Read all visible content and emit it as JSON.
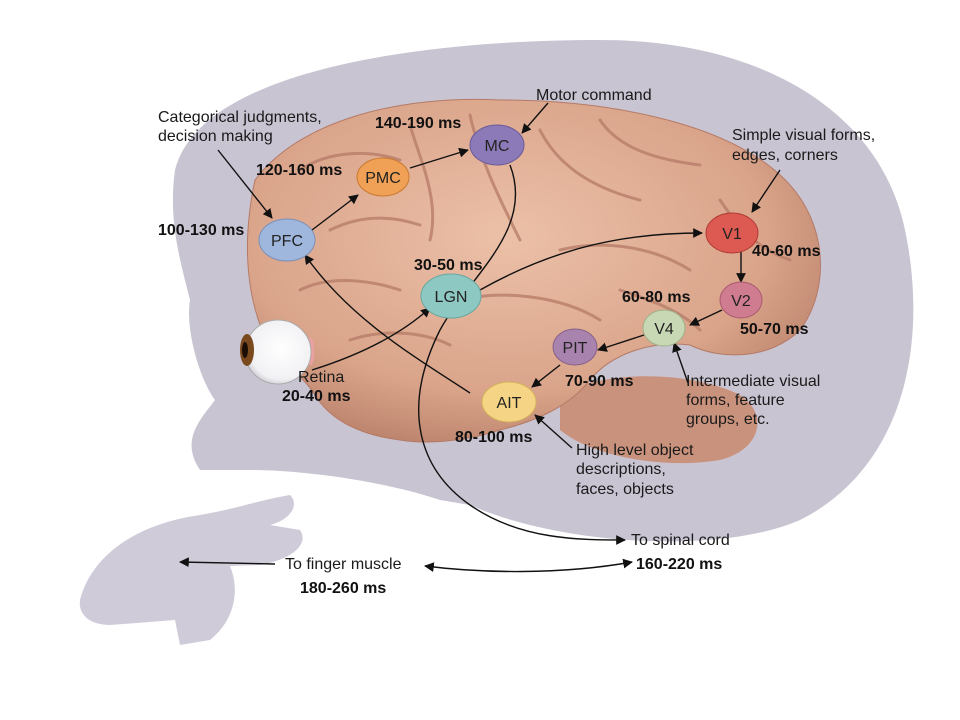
{
  "nodes": {
    "pfc": {
      "label": "PFC",
      "color": "#9fb6dd"
    },
    "pmc": {
      "label": "PMC",
      "color": "#f0a156"
    },
    "mc": {
      "label": "MC",
      "color": "#8c7ab8"
    },
    "lgn": {
      "label": "LGN",
      "color": "#8ec8c2"
    },
    "v1": {
      "label": "V1",
      "color": "#dc5a52"
    },
    "v2": {
      "label": "V2",
      "color": "#cf7c90"
    },
    "v4": {
      "label": "V4",
      "color": "#c9d8b4"
    },
    "pit": {
      "label": "PIT",
      "color": "#a883ad"
    },
    "ait": {
      "label": "AIT",
      "color": "#f5d585"
    }
  },
  "timings": {
    "pfc": "100-130 ms",
    "pmc": "120-160 ms",
    "mc": "140-190 ms",
    "lgn": "30-50 ms",
    "v1": "40-60 ms",
    "v2": "50-70 ms",
    "v4": "60-80 ms",
    "pit": "70-90 ms",
    "ait": "80-100 ms",
    "retina": "20-40 ms",
    "spinal": "160-220 ms",
    "finger": "180-260 ms"
  },
  "annotations": {
    "categorical_1": "Categorical judgments,",
    "categorical_2": "decision making",
    "motor_command": "Motor command",
    "simple_1": "Simple visual forms,",
    "simple_2": "edges, corners",
    "intermediate_1": "Intermediate visual",
    "intermediate_2": "forms, feature",
    "intermediate_3": "groups, etc.",
    "high_1": "High level object",
    "high_2": "descriptions,",
    "high_3": "faces, objects",
    "retina": "Retina",
    "spinal_cord": "To spinal cord",
    "finger_muscle": "To finger muscle"
  },
  "colors": {
    "head": "#c9c4d2",
    "hand": "#cfcbd9",
    "brain": "#d9a48a",
    "brain_dark": "#b57a66",
    "cerebellum": "#c9927c"
  }
}
